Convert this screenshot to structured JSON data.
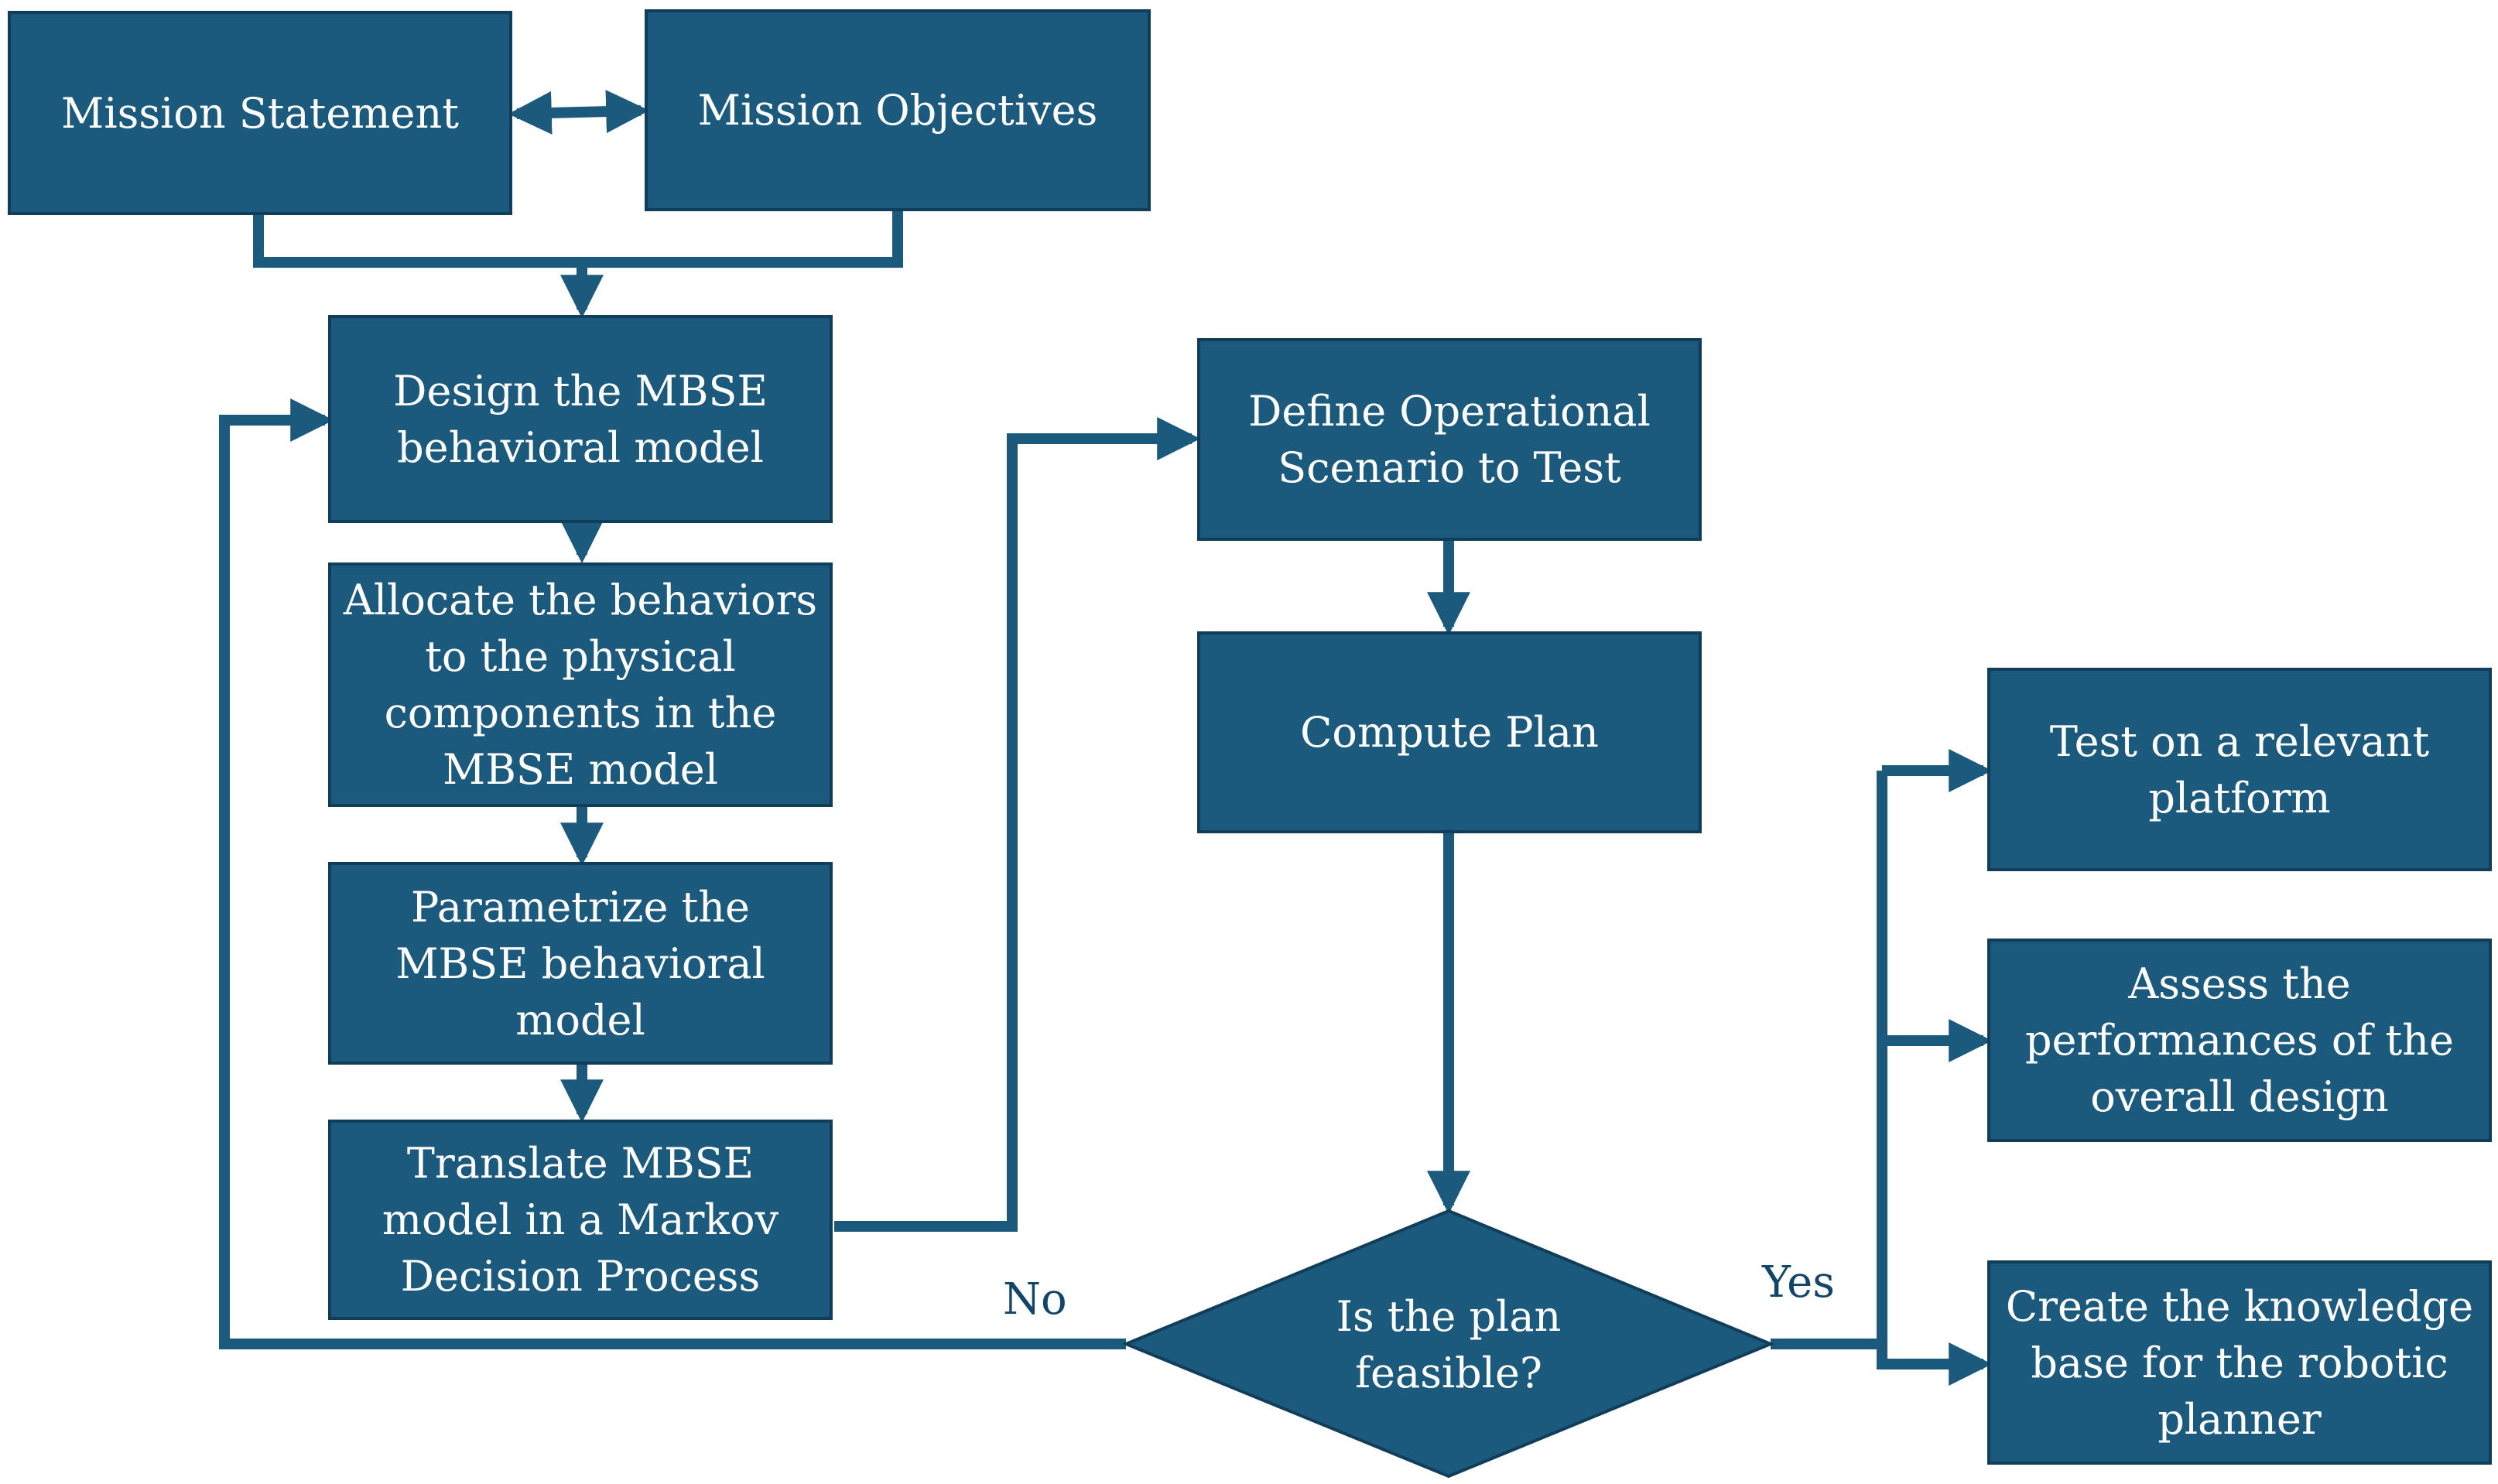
{
  "nodes": {
    "mission_statement": "Mission Statement",
    "mission_objectives": "Mission Objectives",
    "design_model": "Design the MBSE\nbehavioral model",
    "allocate_behaviors": "Allocate the behaviors\nto the physical\ncomponents in the\nMBSE model",
    "parametrize_model": "Parametrize the\nMBSE behavioral\nmodel",
    "translate_mdp": "Translate MBSE\nmodel in a Markov\nDecision Process",
    "define_scenario": "Define Operational\nScenario to Test",
    "compute_plan": "Compute Plan",
    "decision": "Is the plan\nfeasible?",
    "test_platform": "Test on a relevant\nplatform",
    "assess_performance": "Assess the\nperformances of the\noverall design",
    "create_knowledge_base": "Create the knowledge\nbase for the robotic\nplanner"
  },
  "edge_labels": {
    "no": "No",
    "yes": "Yes"
  },
  "colors": {
    "box_fill": "#1c5a7d",
    "box_border": "#0f3d5a",
    "arrow": "#1c5a7d",
    "label_text": "#12456a"
  }
}
